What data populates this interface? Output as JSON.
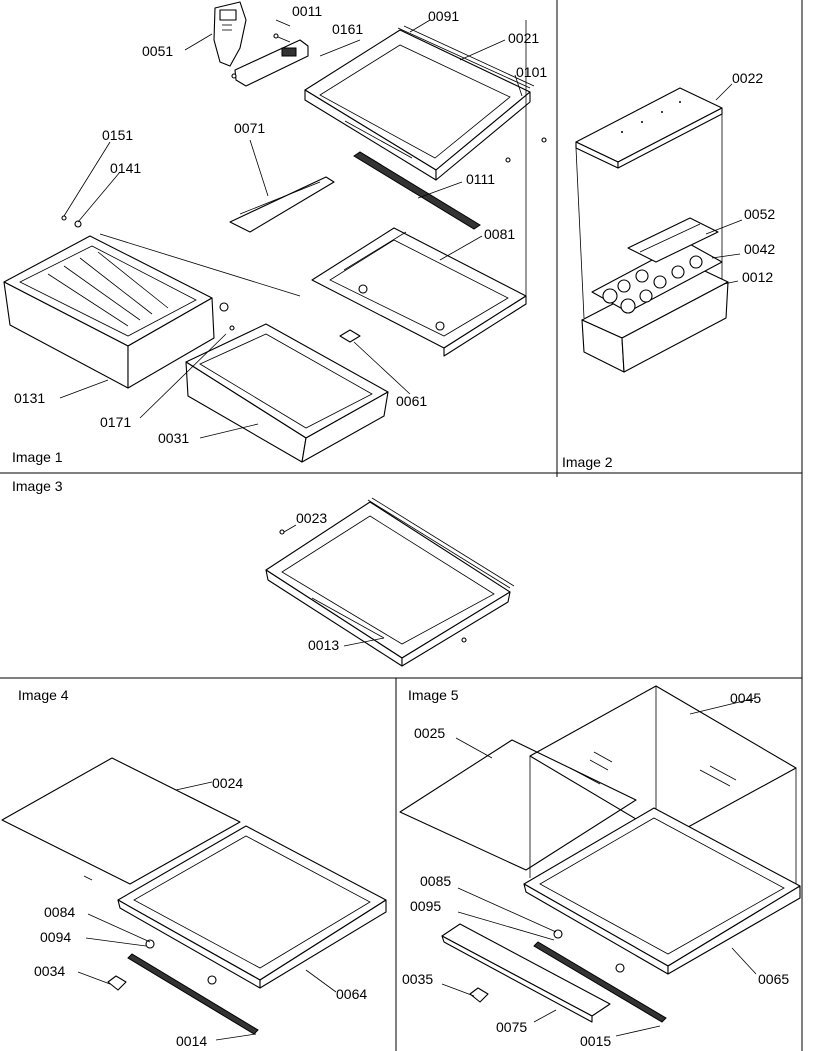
{
  "captions": {
    "image1": "Image 1",
    "image2": "Image 2",
    "image3": "Image 3",
    "image4": "Image 4",
    "image5": "Image 5"
  },
  "parts": {
    "p0011": "0011",
    "p0051": "0051",
    "p0161": "0161",
    "p0091": "0091",
    "p0021": "0021",
    "p0101": "0101",
    "p0071": "0071",
    "p0111": "0111",
    "p0081": "0081",
    "p0151": "0151",
    "p0141": "0141",
    "p0131": "0131",
    "p0171": "0171",
    "p0031": "0031",
    "p0061": "0061",
    "p0022": "0022",
    "p0052": "0052",
    "p0042": "0042",
    "p0012": "0012",
    "p0023": "0023",
    "p0013": "0013",
    "p0024": "0024",
    "p0084": "0084",
    "p0094": "0094",
    "p0034": "0034",
    "p0064": "0064",
    "p0014": "0014",
    "p0025": "0025",
    "p0045": "0045",
    "p0085": "0085",
    "p0095": "0095",
    "p0035": "0035",
    "p0075": "0075",
    "p0015": "0015",
    "p0065": "0065"
  }
}
